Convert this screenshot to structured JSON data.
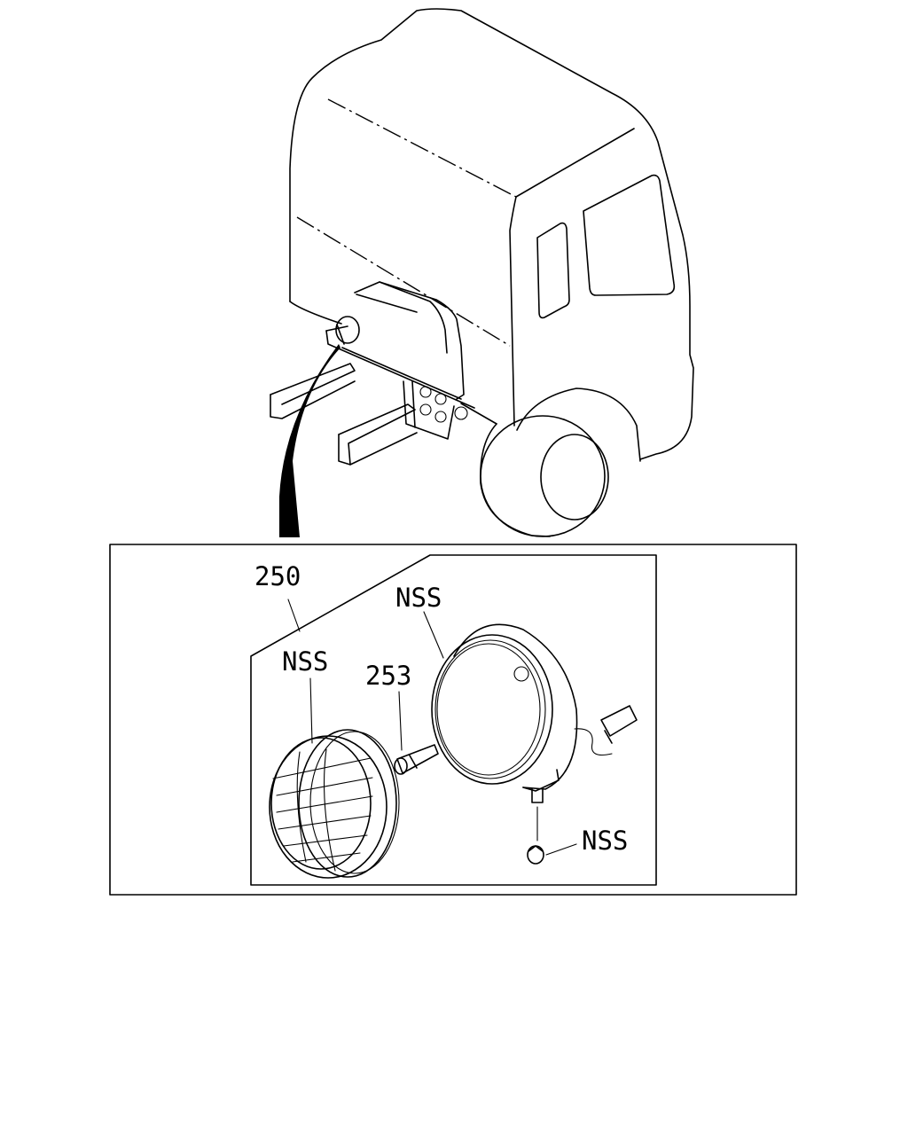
{
  "callouts": {
    "assembly": "250",
    "housing": "NSS",
    "lens_grille": "NSS",
    "bulb": "253",
    "nut": "NSS"
  },
  "colors": {
    "line": "#000000",
    "background": "#ffffff"
  }
}
